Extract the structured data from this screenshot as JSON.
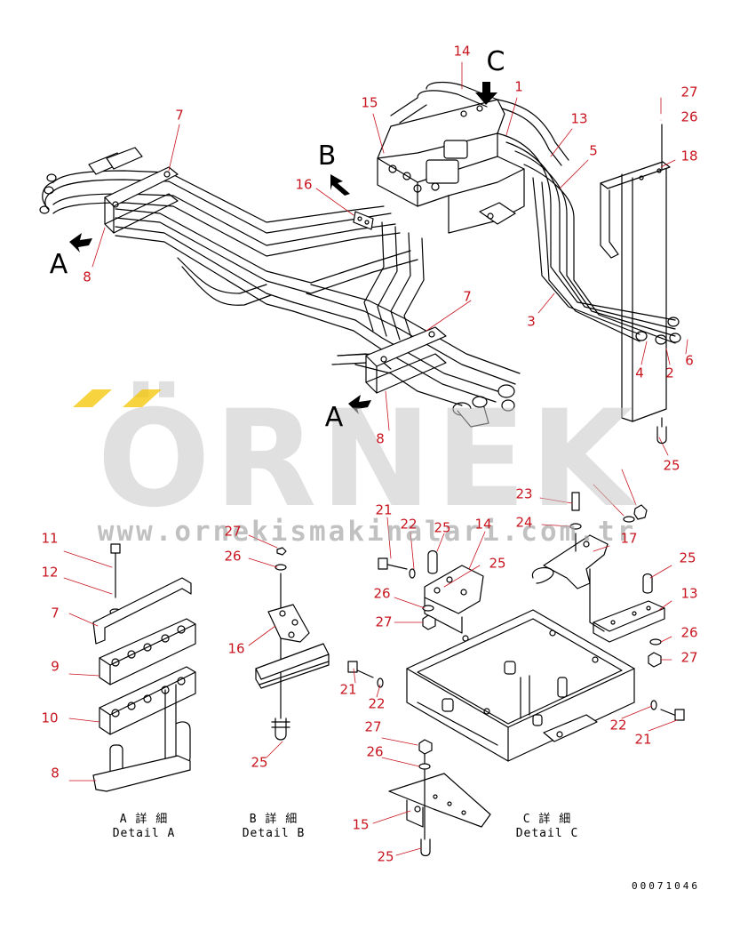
{
  "callouts": [
    "14",
    "1",
    "15",
    "13",
    "5",
    "7",
    "16",
    "18",
    "3",
    "8",
    "4",
    "2",
    "6",
    "7",
    "8",
    "25",
    "27",
    "26",
    "23",
    "24",
    "21",
    "22",
    "25",
    "14",
    "25",
    "26",
    "27",
    "17",
    "25",
    "13",
    "26",
    "27",
    "21",
    "22",
    "22",
    "21",
    "27",
    "26",
    "15",
    "25",
    "11",
    "12",
    "7",
    "9",
    "10",
    "8",
    "27",
    "26",
    "16",
    "25"
  ],
  "view_letters": [
    "A",
    "B",
    "C",
    "A"
  ],
  "captions": [
    {
      "jp": "A 詳 細",
      "en": "Detail A"
    },
    {
      "jp": "B 詳 細",
      "en": "Detail B"
    },
    {
      "jp": "C 詳 細",
      "en": "Detail C"
    }
  ],
  "drawing_code": "00071046",
  "watermark": {
    "brand": "ÖRNEK",
    "url": "www.ornekismakinalari.com.tr",
    "dot_color": "#f5c400"
  },
  "colors": {
    "callout": "#c8141e",
    "line": "#000000"
  }
}
